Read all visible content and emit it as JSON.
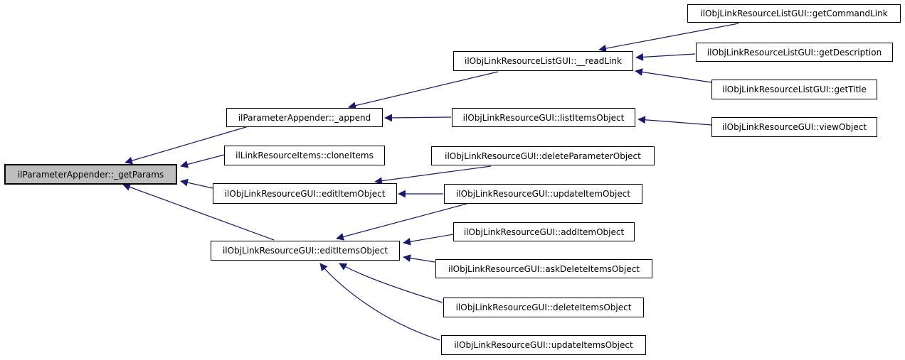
{
  "diagram": {
    "type": "call-graph",
    "colors": {
      "edge": "#191970",
      "root_node_fill": "#bebebe",
      "node_fill": "#ffffff",
      "node_border": "#000000",
      "text": "#000000"
    },
    "nodes": [
      {
        "id": "getParams",
        "label": "ilParameterAppender::_getParams",
        "root": true
      },
      {
        "id": "append",
        "label": "ilParameterAppender::_append",
        "root": false
      },
      {
        "id": "cloneItems",
        "label": "ilLinkResourceItems::cloneItems",
        "root": false
      },
      {
        "id": "editItemObject",
        "label": "ilObjLinkResourceGUI::editItemObject",
        "root": false
      },
      {
        "id": "editItemsObject",
        "label": "ilObjLinkResourceGUI::editItemsObject",
        "root": false
      },
      {
        "id": "readLink",
        "label": "ilObjLinkResourceListGUI::__readLink",
        "root": false
      },
      {
        "id": "listItemsObject",
        "label": "ilObjLinkResourceGUI::listItemsObject",
        "root": false
      },
      {
        "id": "deleteParameterObject",
        "label": "ilObjLinkResourceGUI::deleteParameterObject",
        "root": false
      },
      {
        "id": "updateItemObject",
        "label": "ilObjLinkResourceGUI::updateItemObject",
        "root": false
      },
      {
        "id": "addItemObject",
        "label": "ilObjLinkResourceGUI::addItemObject",
        "root": false
      },
      {
        "id": "askDeleteItemsObject",
        "label": "ilObjLinkResourceGUI::askDeleteItemsObject",
        "root": false
      },
      {
        "id": "deleteItemsObject",
        "label": "ilObjLinkResourceGUI::deleteItemsObject",
        "root": false
      },
      {
        "id": "updateItemsObject",
        "label": "ilObjLinkResourceGUI::updateItemsObject",
        "root": false
      },
      {
        "id": "getCommandLink",
        "label": "ilObjLinkResourceListGUI::getCommandLink",
        "root": false
      },
      {
        "id": "getDescription",
        "label": "ilObjLinkResourceListGUI::getDescription",
        "root": false
      },
      {
        "id": "getTitle",
        "label": "ilObjLinkResourceListGUI::getTitle",
        "root": false
      },
      {
        "id": "viewObject",
        "label": "ilObjLinkResourceGUI::viewObject",
        "root": false
      }
    ],
    "edges": [
      {
        "from": "append",
        "to": "getParams"
      },
      {
        "from": "cloneItems",
        "to": "getParams"
      },
      {
        "from": "editItemObject",
        "to": "getParams"
      },
      {
        "from": "editItemsObject",
        "to": "getParams"
      },
      {
        "from": "readLink",
        "to": "append"
      },
      {
        "from": "listItemsObject",
        "to": "append"
      },
      {
        "from": "getCommandLink",
        "to": "readLink"
      },
      {
        "from": "getDescription",
        "to": "readLink"
      },
      {
        "from": "getTitle",
        "to": "readLink"
      },
      {
        "from": "viewObject",
        "to": "listItemsObject"
      },
      {
        "from": "deleteParameterObject",
        "to": "editItemObject"
      },
      {
        "from": "updateItemObject",
        "to": "editItemObject"
      },
      {
        "from": "updateItemObject",
        "to": "editItemsObject"
      },
      {
        "from": "addItemObject",
        "to": "editItemsObject"
      },
      {
        "from": "askDeleteItemsObject",
        "to": "editItemsObject"
      },
      {
        "from": "deleteItemsObject",
        "to": "editItemsObject"
      },
      {
        "from": "updateItemsObject",
        "to": "editItemsObject"
      }
    ]
  }
}
